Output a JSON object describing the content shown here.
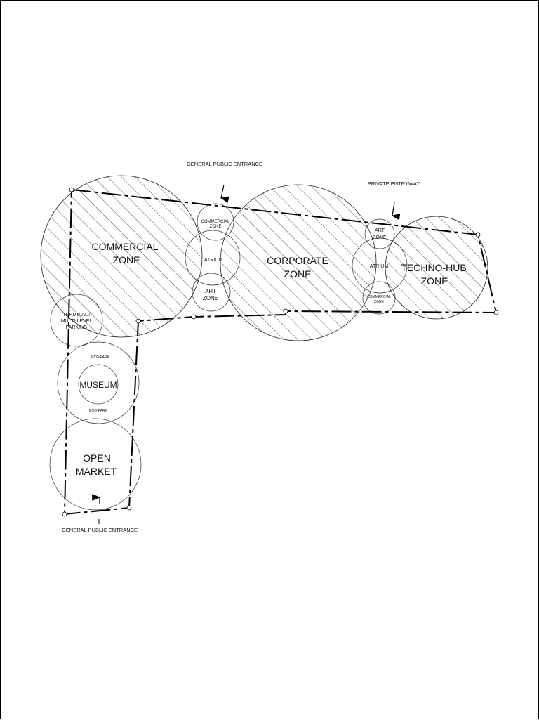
{
  "labels": {
    "commercial_zone": [
      "COMMERCIAL",
      "ZONE"
    ],
    "corporate_zone": [
      "CORPORATE",
      "ZONE"
    ],
    "techno_hub_zone": [
      "TECHNO-HUB",
      "ZONE"
    ],
    "terminal": [
      "TERMINAL /",
      "MULTI-LEVEL",
      "PARKING"
    ],
    "museum": "MUSEUM",
    "eco_park_top": "ECO-PARK",
    "eco_park_bottom": "ECO-PARK",
    "open_market": [
      "OPEN",
      "MARKET"
    ],
    "commercial_small_left": [
      "COMMERCIAL",
      "ZONE"
    ],
    "atrium_left": "ATRIUM",
    "art_zone_left": [
      "ART",
      "ZONE"
    ],
    "art_zone_right": [
      "ART",
      "ZONE"
    ],
    "atrium_right": "ATRIUM",
    "commercial_small_right": [
      "COMMERCIAL",
      "ZONE"
    ]
  },
  "entrances": {
    "general_public_top": "GENERAL PUBLIC ENTRANCE",
    "private_entryway": "PRIVATE ENTRYWAY",
    "general_public_bottom": "GENERAL PUBLIC ENTRANCE"
  }
}
